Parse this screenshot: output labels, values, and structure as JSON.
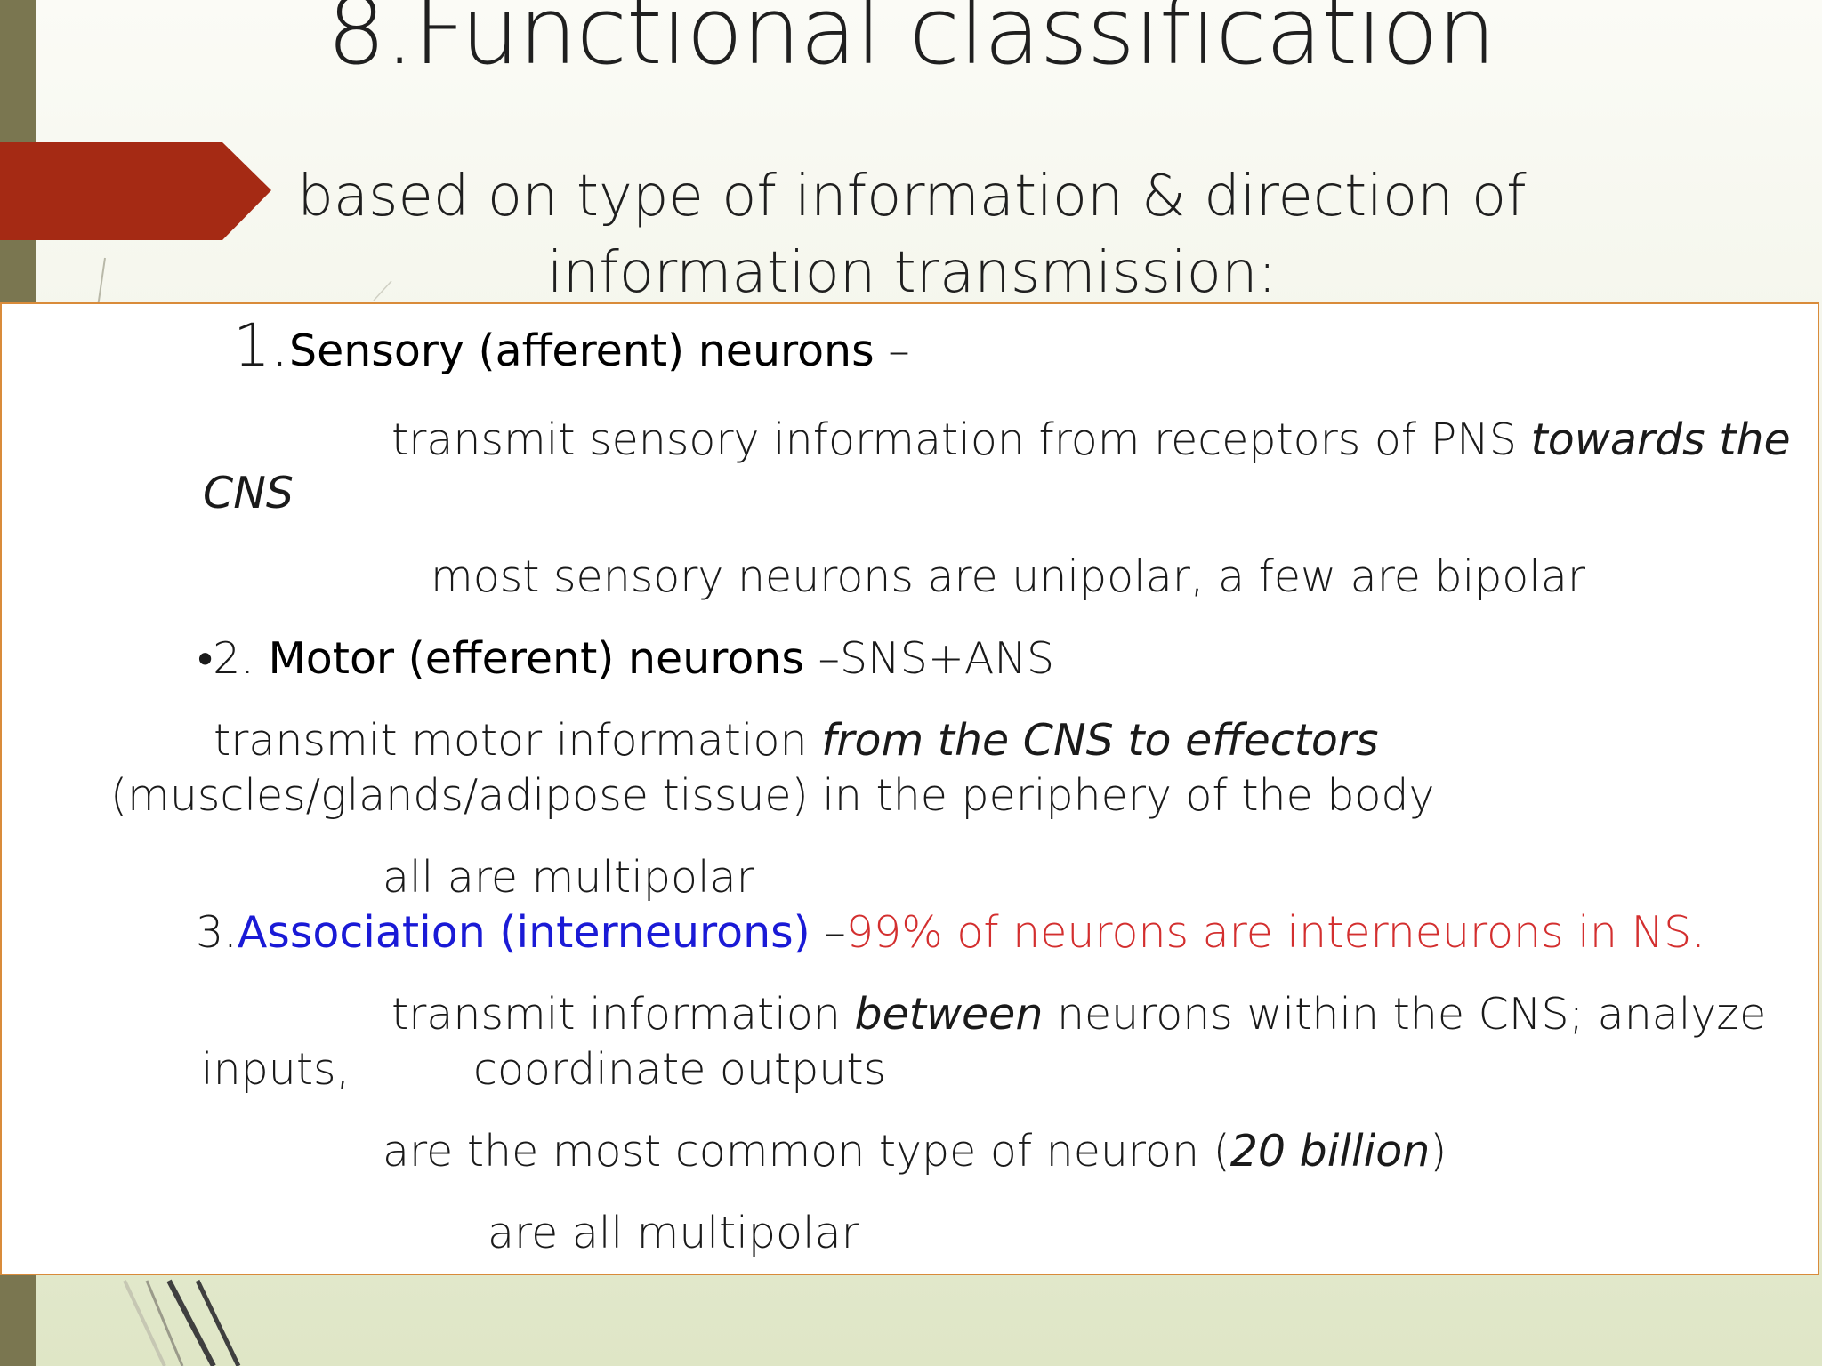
{
  "slide": {
    "title": "8.Functional classification",
    "subtitle": "based on type of information & direction of information transmission:"
  },
  "sections": {
    "sensory": {
      "number": "1.",
      "name": "Sensory (afferent) neurons",
      "dash": " –",
      "desc_start": "transmit sensory information from receptors of PNS ",
      "desc_em": "towards the",
      "desc_cont": "CNS",
      "note": "most sensory neurons are unipolar, a few are bipolar"
    },
    "motor": {
      "number": "•2. ",
      "name": "Motor (efferent) neurons",
      "suffix": " –SNS+ANS",
      "desc_start": "transmit motor information ",
      "desc_em": "from the CNS to effectors",
      "desc_cont": "(muscles/glands/adipose tissue) in the periphery of the body",
      "note": "all are multipolar"
    },
    "association": {
      "number": "3.",
      "name": "Association (interneurons)",
      "dash": " –",
      "highlight": "99% of neurons are interneurons in NS.",
      "desc_start": "transmit information ",
      "desc_em": "between",
      "desc_end": " neurons within the CNS; analyze",
      "desc_cont_a": "inputs,",
      "desc_cont_b": "coordinate outputs",
      "common_start": "are the most common type of neuron (",
      "common_em": "20 billion",
      "common_end": ")",
      "note": "are all multipolar"
    }
  },
  "colors": {
    "accent_arrow": "#a52a14",
    "left_bar": "#7a7650",
    "box_border": "#d98b3a",
    "association_blue": "#1a1ad6",
    "highlight_red": "#d32f2f"
  }
}
